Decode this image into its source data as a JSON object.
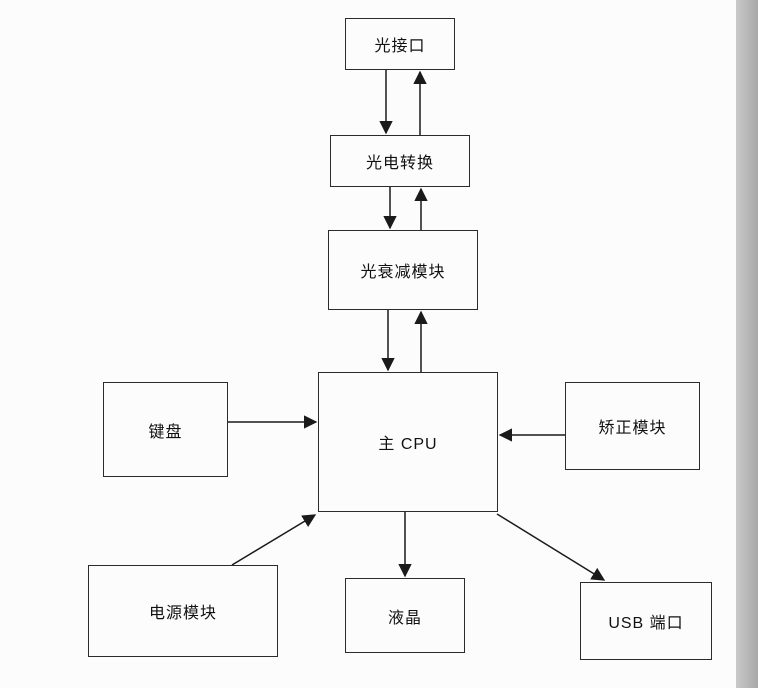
{
  "diagram": {
    "nodes": {
      "optical_interface": {
        "label": "光接口"
      },
      "photoelectric_conversion": {
        "label": "光电转换"
      },
      "optical_attenuation": {
        "label": "光衰减模块"
      },
      "main_cpu": {
        "label": "主 CPU"
      },
      "keyboard": {
        "label": "键盘"
      },
      "correction_module": {
        "label": "矫正模块"
      },
      "power_module": {
        "label": "电源模块"
      },
      "lcd": {
        "label": "液晶"
      },
      "usb_port": {
        "label": "USB 端口"
      }
    },
    "edges": [
      {
        "from": "optical_interface",
        "to": "photoelectric_conversion",
        "bidirectional": true
      },
      {
        "from": "photoelectric_conversion",
        "to": "optical_attenuation",
        "bidirectional": true
      },
      {
        "from": "optical_attenuation",
        "to": "main_cpu",
        "bidirectional": true
      },
      {
        "from": "keyboard",
        "to": "main_cpu",
        "bidirectional": false
      },
      {
        "from": "correction_module",
        "to": "main_cpu",
        "bidirectional": false
      },
      {
        "from": "power_module",
        "to": "main_cpu",
        "bidirectional": false
      },
      {
        "from": "main_cpu",
        "to": "lcd",
        "bidirectional": false
      },
      {
        "from": "main_cpu",
        "to": "usb_port",
        "bidirectional": false
      }
    ],
    "colors": {
      "line": "#1a1a1a",
      "box_border": "#2b2b2b",
      "background": "#fcfcfc"
    }
  }
}
